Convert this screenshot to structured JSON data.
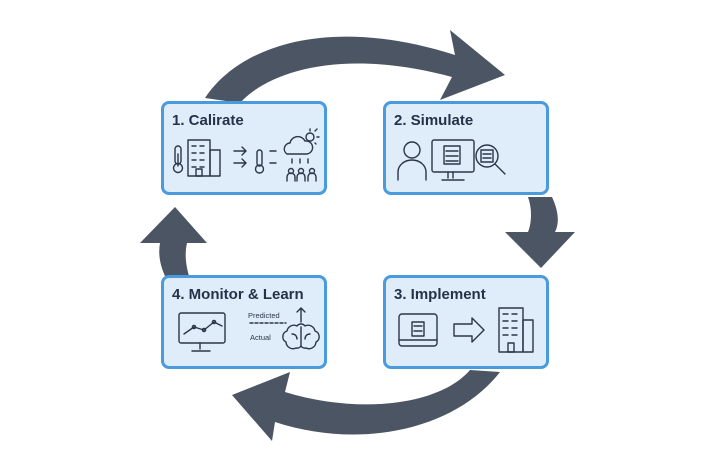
{
  "steps": [
    {
      "title": "1. Calirate"
    },
    {
      "title": "2. Simulate"
    },
    {
      "title": "3. Implement"
    },
    {
      "title": "4. Monitor & Learn"
    }
  ],
  "monitor_legend": {
    "predicted": "Predicted",
    "actual": "Actual"
  },
  "colors": {
    "arrow": "#4b5563",
    "card_fill": "#deedf9",
    "card_border": "#4a9bde",
    "icon_stroke": "#2b3648"
  },
  "icons": [
    "thermometer-icon",
    "building-icon",
    "arrow-right-icon",
    "cloud-sun-icon",
    "people-icon",
    "person-icon",
    "monitor-icon",
    "magnifier-icon",
    "tablet-icon",
    "chart-line-icon",
    "brain-icon"
  ]
}
